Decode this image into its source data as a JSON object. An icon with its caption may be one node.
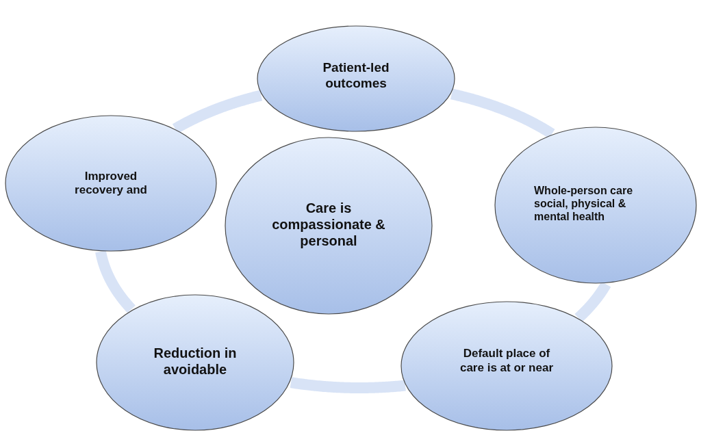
{
  "diagram": {
    "nodes": [
      {
        "text": [
          "Patient-led outcomes"
        ]
      },
      {
        "text": [
          "Improved recovery and"
        ]
      },
      {
        "text": [
          "Care is compassionate & personal"
        ]
      },
      {
        "text": [
          "Whole-person care social, physical & mental health"
        ]
      },
      {
        "text": [
          "Reduction in avoidable"
        ]
      },
      {
        "text": [
          "Default place of care is at or near"
        ]
      }
    ],
    "edges": [
      {
        "from": 0,
        "to": 3,
        "arrow": "none"
      },
      {
        "from": 3,
        "to": 5,
        "arrow": "none"
      },
      {
        "from": 5,
        "to": 4,
        "arrow": "none"
      },
      {
        "from": 4,
        "to": 1,
        "arrow": "none"
      },
      {
        "from": 1,
        "to": 0,
        "arrow": "none"
      }
    ]
  }
}
